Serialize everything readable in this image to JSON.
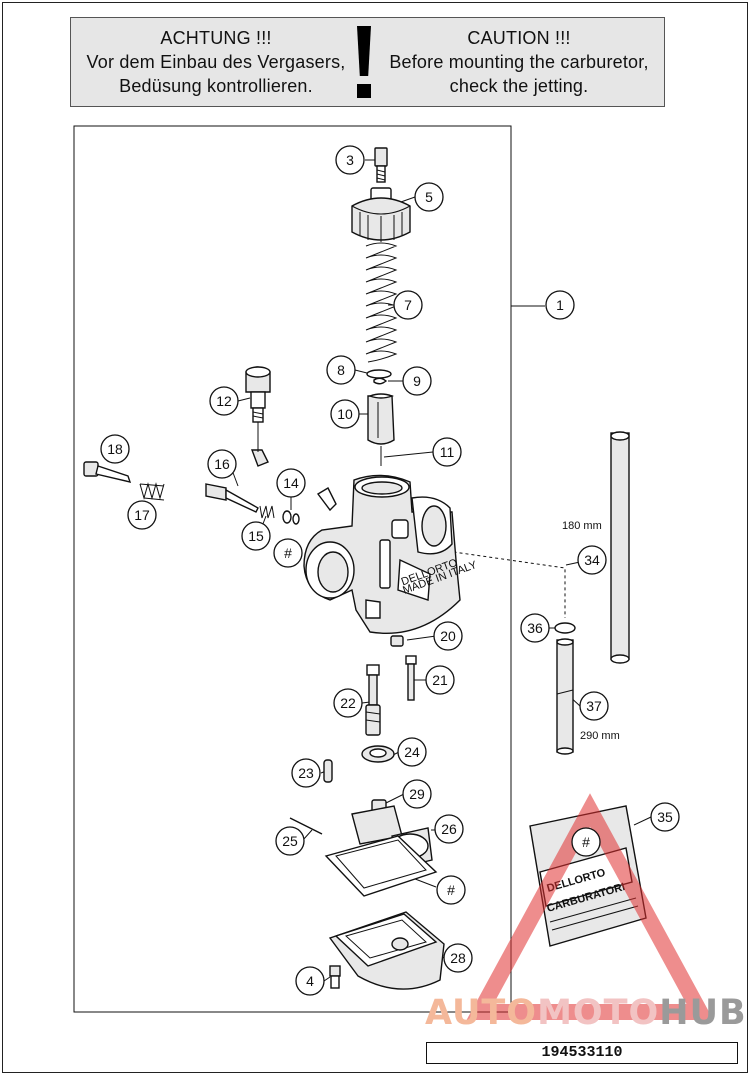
{
  "warning": {
    "de_line1": "ACHTUNG !!!",
    "de_line2": "Vor dem Einbau des Vergasers,",
    "de_line3": "Bedüsung kontrollieren.",
    "en_line1": "CAUTION !!!",
    "en_line2": "Before mounting the carburetor,",
    "en_line3": "check the jetting."
  },
  "callouts": {
    "c1": "1",
    "c2": "3",
    "c3": "5",
    "c4": "7",
    "c5": "8",
    "c6": "9",
    "c7": "10",
    "c8": "11",
    "c9": "12",
    "c10": "16",
    "c11": "18",
    "c12": "17",
    "c13": "14",
    "c14": "15",
    "c15": "#",
    "c16": "34",
    "c17": "36",
    "c18": "37",
    "c19": "20",
    "c20": "21",
    "c21": "22",
    "c22": "24",
    "c23": "23",
    "c24": "29",
    "c25": "26",
    "c26": "25",
    "c27": "#",
    "c28": "35",
    "c29": "#",
    "c30": "28",
    "c31": "4"
  },
  "dimensions": {
    "hose_long": "180 mm",
    "hose_short": "290 mm"
  },
  "package_label": {
    "brand": "DELLORTO",
    "product": "CARBURATORI"
  },
  "carb_label": {
    "brand": "DELLORTO",
    "origin": "MADE IN ITALY"
  },
  "part_number": "194533110",
  "watermark": {
    "part1": "AUTO",
    "part2": "MOTO",
    "part3": "HUB"
  },
  "colors": {
    "ink": "#111111",
    "warning_bg": "#e6e6e6",
    "watermark_red": "#e03030"
  }
}
